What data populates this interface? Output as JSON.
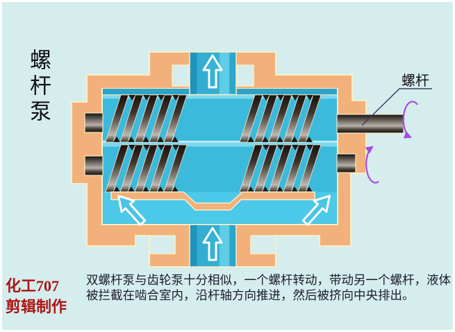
{
  "page": {
    "background_color": "#d5edec",
    "frame_color": "#ffffff"
  },
  "title": {
    "text": "螺杆泵"
  },
  "diagram": {
    "screw_label": "螺杆",
    "colors": {
      "casing_orange": "#f2b17b",
      "outline_cream": "#f8efca",
      "chamber_blue": "#3cbadc",
      "channel_blue": "#33aed2",
      "bottom_chamber_blue": "#4cc8e8",
      "screw_thread_dark": "#241811",
      "shaft_gray": "#8d867f",
      "rotation_arrow_purple": "#a44be0",
      "flow_arrow_white": "#ffffff",
      "caption_text": "#1b1b2e",
      "credit_red": "#ad1515"
    },
    "icons": {
      "outlet_flow_arrow": "up-arrow",
      "inlet_flow_arrow": "up-arrow",
      "left_flow_arrow": "up-left-arrow",
      "right_flow_arrow": "up-right-arrow",
      "top_rotation_arrow": "counterclockwise-arc-arrow",
      "bottom_rotation_arrow": "clockwise-arc-arrow"
    }
  },
  "caption": {
    "text": "双螺杆泵与齿轮泵十分相似，一个螺杆转动，带动另一个螺杆，液体被拦截在啮合室内，沿杆轴方向推进，然后被挤向中央排出。"
  },
  "credit": {
    "line1": "化工707",
    "line2": "剪辑制作"
  }
}
